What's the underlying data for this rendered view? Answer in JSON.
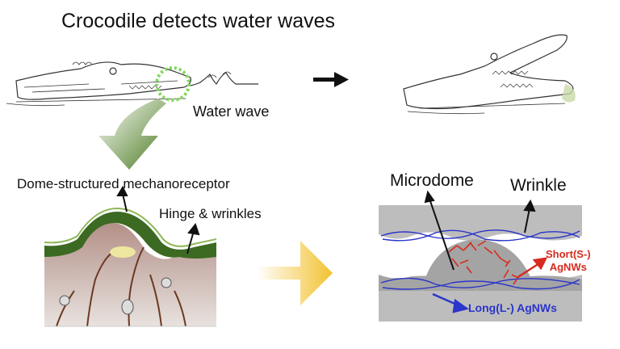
{
  "title": "Crocodile detects water waves",
  "labels": {
    "water_wave": "Water wave",
    "dome_receptor": "Dome-structured mechanoreceptor",
    "hinge_wrinkles": "Hinge & wrinkles",
    "microdome": "Microdome",
    "wrinkle": "Wrinkle",
    "short_agnws_line1": "Short(S-)",
    "short_agnws_line2": "AgNWs",
    "long_agnws": "Long(L-) AgNWs"
  },
  "colors": {
    "short_agnws": "#d62b1f",
    "long_agnws": "#2a35c9",
    "detector_circle": "#7ed957",
    "transition_arrow": "#f2c230",
    "skin_green": "#3c6a22"
  }
}
